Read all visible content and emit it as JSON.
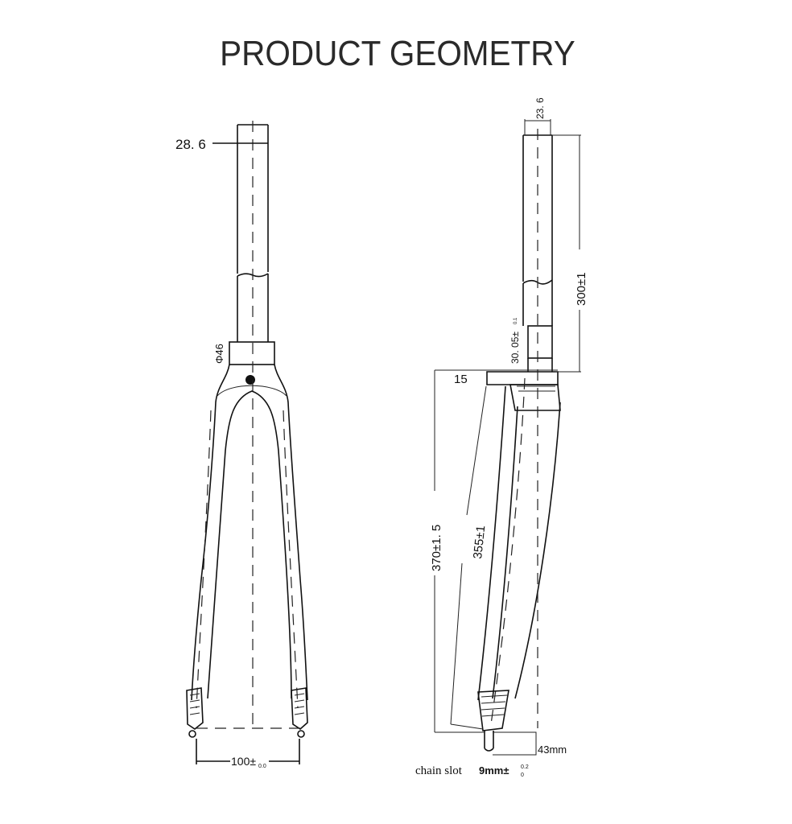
{
  "header": {
    "title": "PRODUCT GEOMETRY"
  },
  "front_view": {
    "steerer_diameter": "28. 6",
    "crown_diameter": "Φ46",
    "axle_spacing_main": "100±",
    "axle_spacing_tol": "0.0"
  },
  "side_view": {
    "steerer_top": "23. 6",
    "steerer_length": "300±1",
    "crown_race": "30. 05±",
    "crown_race_tol": "0.1",
    "rake": "15",
    "axle_to_crown": "370±1. 5",
    "fork_length": "355±1",
    "dropout_width": "43mm",
    "chain_slot_text": "chain slot",
    "chain_slot_value": "9mm±",
    "chain_slot_tol_top": "0.2",
    "chain_slot_tol_bottom": "0"
  }
}
